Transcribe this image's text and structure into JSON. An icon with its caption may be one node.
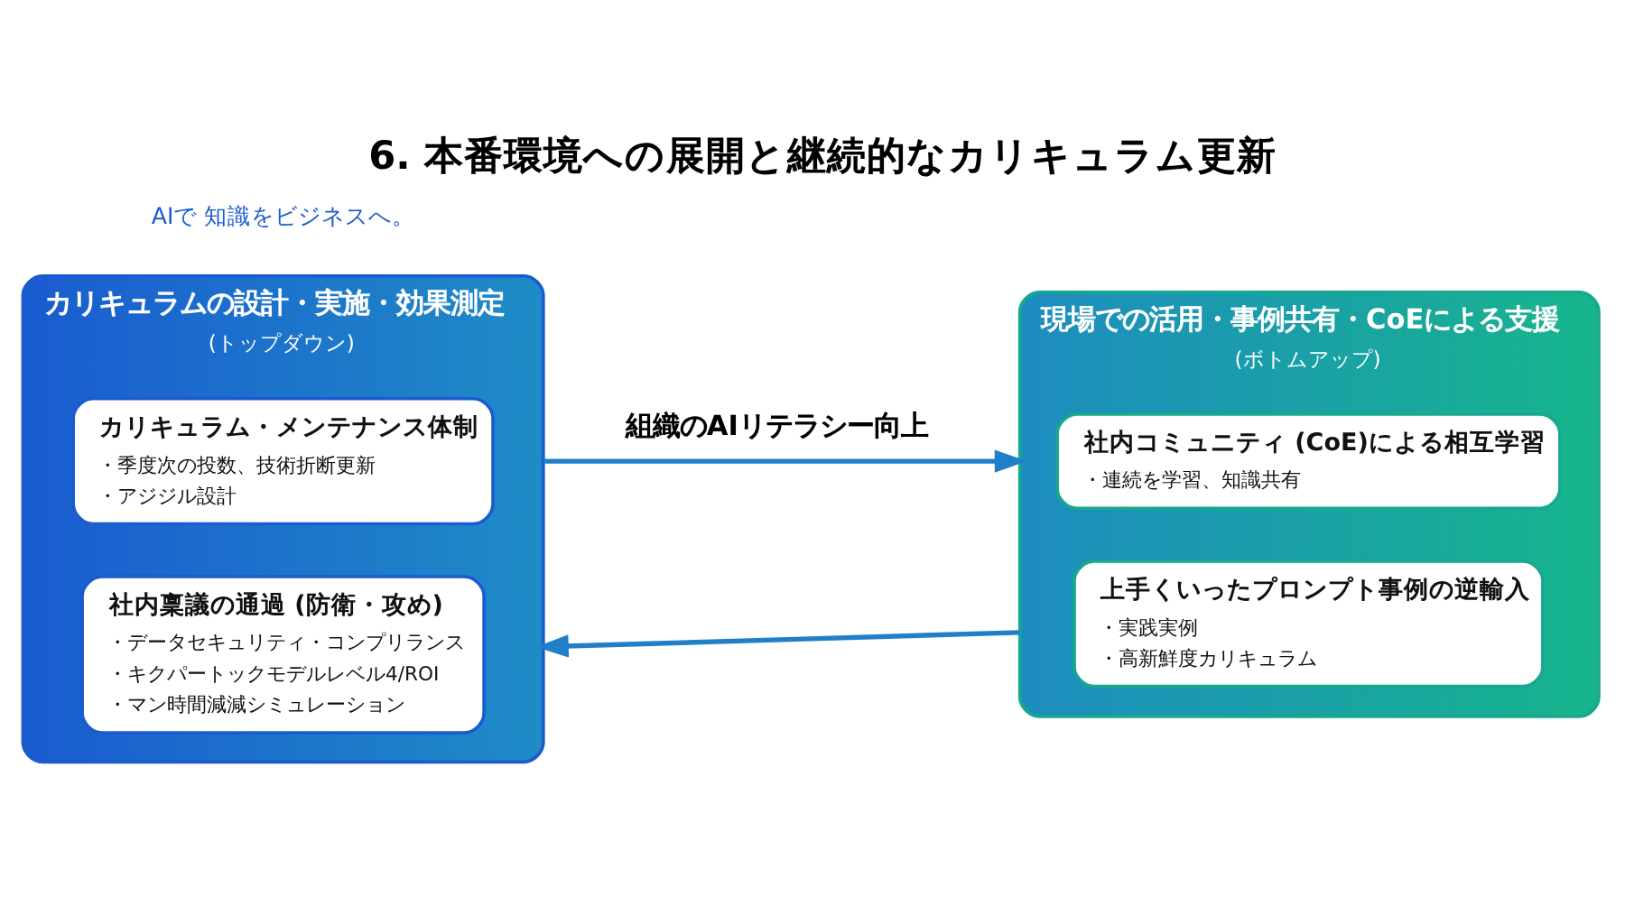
{
  "diagram": {
    "title": "6. 本番環境への展開と継続的なカリキュラム更新",
    "nodes": [
      {
        "text": [
          "カリキュラムの設計・実施・効果測定",
          "(トップダウン)"
        ]
      },
      {
        "text": [
          "カリキュラム・メンテナンス体制",
          "・季度次の投数、技術折断更新",
          "・アジジル設計"
        ],
        "in": 0
      },
      {
        "text": [
          "社内稟議の通過 (防衛・攻め)",
          "・データセキュリティ・コンプリランス",
          "・キクパートックモデルレベル4/ROI",
          "・マン時間減減シミュレーション"
        ],
        "in": 0
      },
      {
        "text": [
          "現場での活用・事例共有・CoEによる支援",
          "(ボトムアップ)"
        ]
      },
      {
        "text": [
          "社内コミュニティ (CoE)による相互学習",
          "・連続を学習、知識共有"
        ],
        "in": 3
      },
      {
        "text": [
          "上手くいったプロンプト事例の逆輸入",
          "・実践実例",
          "・高新鮮度カリキュラム"
        ],
        "in": 3
      }
    ],
    "edges": [
      {
        "from": 0,
        "to": 3,
        "arrow": "to",
        "label": "組織のAIリテラシー向上"
      },
      {
        "from": 3,
        "to": 0,
        "arrow": "to"
      }
    ],
    "labels": [
      "AIで 知識をビジネスへ。"
    ]
  }
}
